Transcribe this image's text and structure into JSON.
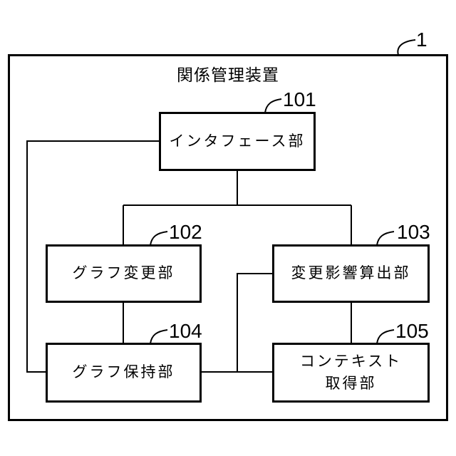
{
  "figure": {
    "title": "関係管理装置",
    "outer_ref": "1",
    "boxes": [
      {
        "id": "interface",
        "ref": "101",
        "label": "インタフェース部"
      },
      {
        "id": "graph-change",
        "ref": "102",
        "label": "グラフ変更部"
      },
      {
        "id": "change-impact-calc",
        "ref": "103",
        "label": "変更影響算出部"
      },
      {
        "id": "graph-holding",
        "ref": "104",
        "label": "グラフ保持部"
      },
      {
        "id": "context-acquisition",
        "ref": "105",
        "label": "コンテキスト\n取得部"
      }
    ],
    "colors": {
      "line": "#000000",
      "background": "#ffffff",
      "text": "#000000"
    }
  }
}
